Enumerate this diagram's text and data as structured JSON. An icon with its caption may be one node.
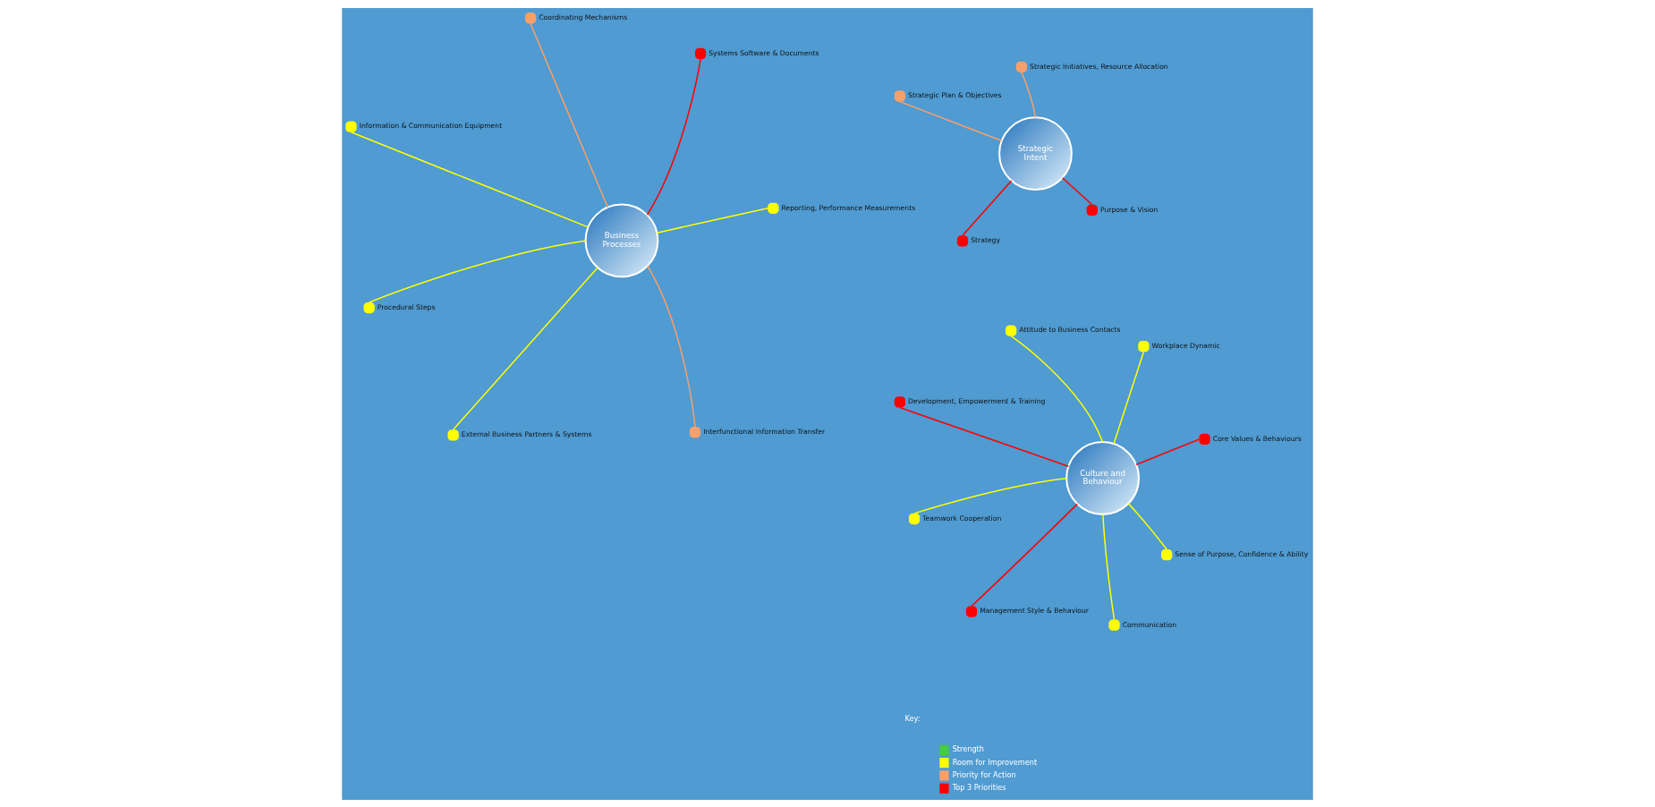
{
  "diagram": {
    "nodes": [
      {
        "text": [
          "Strategic Intent"
        ]
      },
      {
        "text": [],
        "shape": "circle",
        "beside": [
          "Purpose & Vision"
        ]
      },
      {
        "text": [],
        "shape": "circle",
        "beside": [
          "Strategy"
        ]
      },
      {
        "text": [],
        "shape": "circle",
        "beside": [
          "Strategic Plan & Objectives"
        ]
      },
      {
        "text": [],
        "shape": "circle",
        "beside": [
          "Strategic Initiatives, Resource Allocation"
        ]
      },
      {
        "text": [
          "Culture and Behaviour"
        ]
      },
      {
        "text": [],
        "shape": "circle",
        "beside": [
          "Core Values & Behaviours"
        ]
      },
      {
        "text": [],
        "shape": "circle",
        "beside": [
          "Management Style & Behaviour"
        ]
      },
      {
        "text": [],
        "shape": "circle",
        "beside": [
          "Development, Empowerment & Training"
        ]
      },
      {
        "text": [],
        "shape": "circle",
        "beside": [
          "Workplace Dynamic"
        ]
      },
      {
        "text": [],
        "shape": "circle",
        "beside": [
          "Attitude to Business Contacts"
        ]
      },
      {
        "text": [],
        "shape": "circle",
        "beside": [
          "Teamwork Cooperation"
        ]
      },
      {
        "text": [],
        "shape": "circle",
        "beside": [
          "Sense of Purpose, Confidence & Ability"
        ]
      },
      {
        "text": [],
        "shape": "circle",
        "beside": [
          "Communication"
        ]
      },
      {
        "text": [
          "Business Processes"
        ]
      },
      {
        "text": [],
        "shape": "circle",
        "beside": [
          "Reporting, Performance Measurements"
        ]
      },
      {
        "text": [],
        "shape": "circle",
        "beside": [
          "External Business Partners & Systems"
        ]
      },
      {
        "text": [],
        "shape": "circle",
        "beside": [
          "Information & Communication Equipment"
        ]
      },
      {
        "text": [],
        "shape": "circle",
        "beside": [
          "Systems Software & Documents"
        ]
      },
      {
        "text": [],
        "shape": "circle",
        "beside": [
          "Coordinating Mechanisms"
        ]
      },
      {
        "text": [],
        "shape": "circle",
        "beside": [
          "Procedural Steps"
        ]
      },
      {
        "text": [],
        "shape": "circle",
        "beside": [
          "Interfunctional Information Transfer"
        ]
      }
    ],
    "edges": [
      {
        "from": 0,
        "to": 1,
        "arrow": "none",
        "color": "#ff0000"
      },
      {
        "from": 0,
        "to": 2,
        "arrow": "none",
        "color": "#ff0000"
      },
      {
        "from": 0,
        "to": 3,
        "arrow": "none",
        "color": "#f7a06a"
      },
      {
        "from": 0,
        "to": 4,
        "arrow": "none",
        "color": "#f7a06a"
      },
      {
        "from": 5,
        "to": 6,
        "arrow": "none",
        "color": "#ff0000"
      },
      {
        "from": 5,
        "to": 7,
        "arrow": "none",
        "color": "#ff0000"
      },
      {
        "from": 5,
        "to": 8,
        "arrow": "none",
        "color": "#ff0000"
      },
      {
        "from": 5,
        "to": 9,
        "arrow": "none"
      },
      {
        "from": 5,
        "to": 10,
        "arrow": "none"
      },
      {
        "from": 5,
        "to": 11,
        "arrow": "none"
      },
      {
        "from": 5,
        "to": 12,
        "arrow": "none"
      },
      {
        "from": 5,
        "to": 13,
        "arrow": "none"
      },
      {
        "from": 14,
        "to": 15,
        "arrow": "none"
      },
      {
        "from": 14,
        "to": 16,
        "arrow": "none"
      },
      {
        "from": 14,
        "to": 17,
        "arrow": "none"
      },
      {
        "from": 14,
        "to": 18,
        "arrow": "none",
        "color": "#ff0000"
      },
      {
        "from": 14,
        "to": 19,
        "arrow": "none",
        "color": "#f7a06a"
      },
      {
        "from": 14,
        "to": 20,
        "arrow": "none"
      },
      {
        "from": 14,
        "to": 21,
        "arrow": "none",
        "color": "#f7a06a"
      }
    ],
    "labels": [
      "Key:"
    ],
    "legend": [
      {
        "text": "Strength",
        "color": "#44cc44"
      },
      {
        "text": "Room for Improvement",
        "color": "#ffff00"
      },
      {
        "text": "Priority for Action",
        "color": "#f7a06a"
      },
      {
        "text": "Top 3 Priorities",
        "color": "#ff0000"
      }
    ]
  }
}
